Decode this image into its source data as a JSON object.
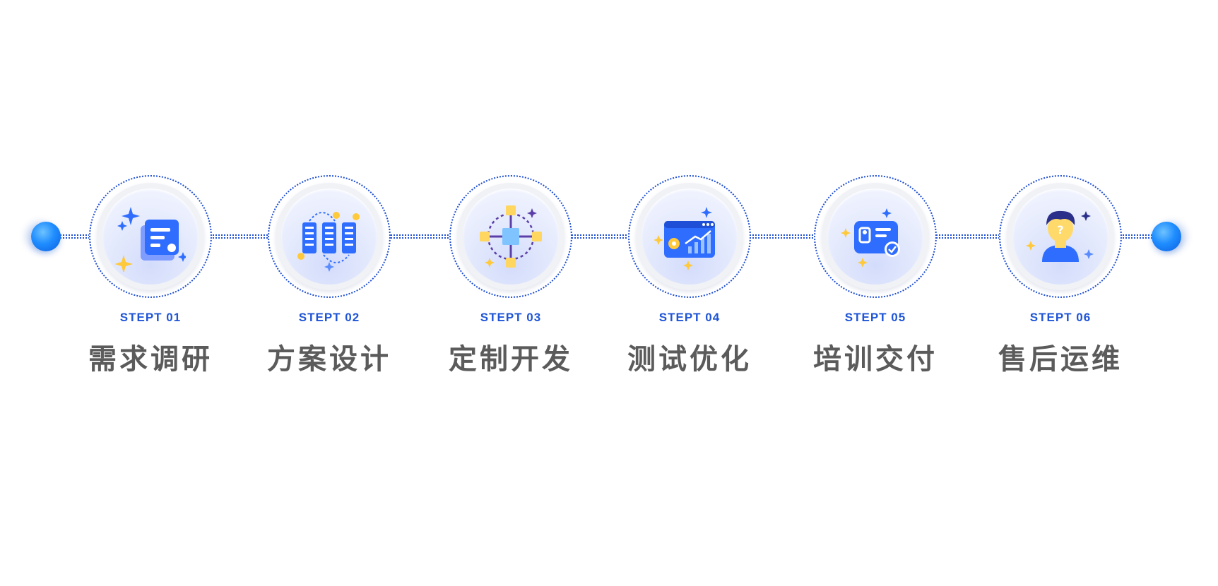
{
  "steps": [
    {
      "number": "STEPT 01",
      "title": "需求调研",
      "icon": "document-sparkle-icon"
    },
    {
      "number": "STEPT 02",
      "title": "方案设计",
      "icon": "server-racks-icon"
    },
    {
      "number": "STEPT 03",
      "title": "定制开发",
      "icon": "network-cube-icon"
    },
    {
      "number": "STEPT 04",
      "title": "测试优化",
      "icon": "analytics-dashboard-icon"
    },
    {
      "number": "STEPT 05",
      "title": "培训交付",
      "icon": "id-card-check-icon"
    },
    {
      "number": "STEPT 06",
      "title": "售后运维",
      "icon": "support-person-icon"
    }
  ],
  "colors": {
    "accent": "#1f55d6",
    "title_text": "#5b5b5b",
    "icon_blue": "#2f6dff",
    "icon_yellow": "#ffc93c"
  }
}
